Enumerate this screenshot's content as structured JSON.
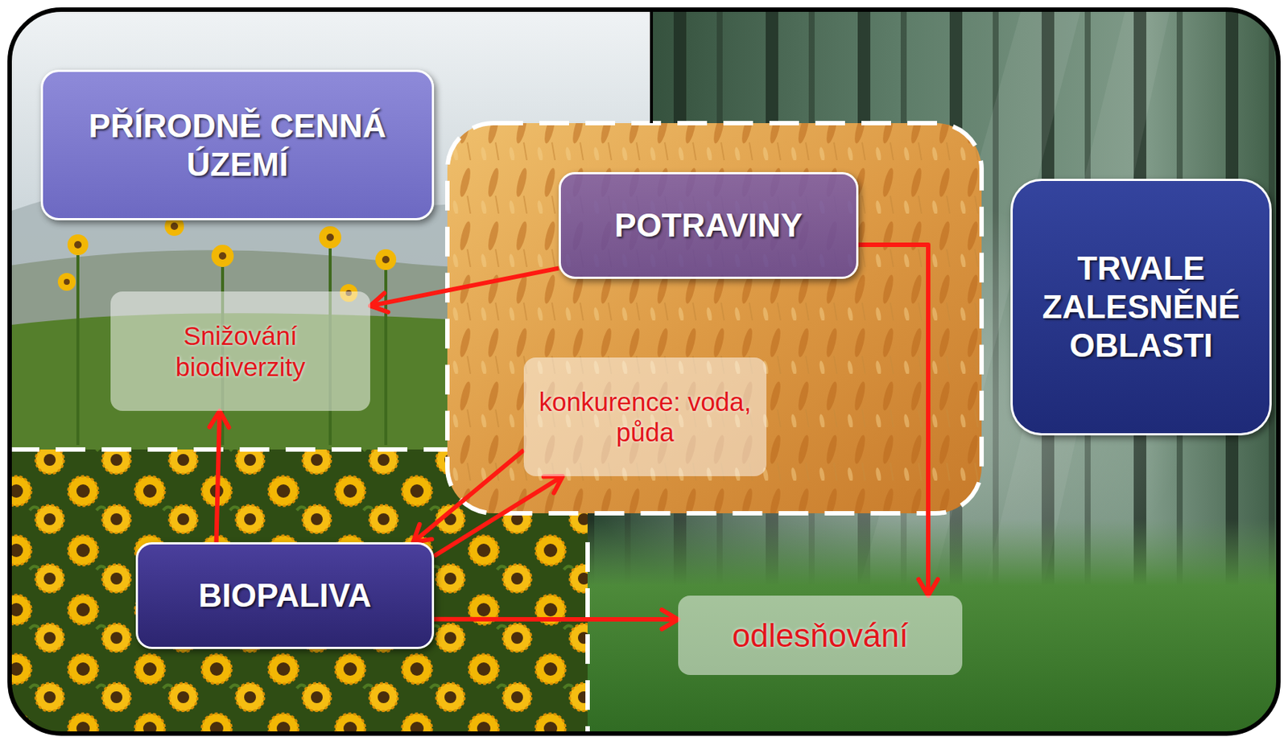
{
  "diagram": {
    "nodes": [
      {
        "text": [
          "PŘÍRODNĚ CENNÁ ÚZEMÍ"
        ]
      },
      {
        "text": [
          "POTRAVINY"
        ]
      },
      {
        "text": [
          "TRVALE ZALESNĚNÉ OBLASTI"
        ]
      },
      {
        "text": [
          "Snižování biodiverzity"
        ]
      },
      {
        "text": [
          "konkurence: voda, půda"
        ]
      },
      {
        "text": [
          "BIOPALIVA"
        ]
      },
      {
        "text": [
          "odlesňování"
        ]
      }
    ],
    "edges": [
      {
        "from": 1,
        "to": 3,
        "arrow": "to"
      },
      {
        "from": 5,
        "to": 3,
        "arrow": "to"
      },
      {
        "from": 4,
        "to": 5,
        "arrow": "to"
      },
      {
        "from": 5,
        "to": 4,
        "arrow": "to"
      },
      {
        "from": 1,
        "to": 6,
        "arrow": "to"
      },
      {
        "from": 5,
        "to": 6,
        "arrow": "to"
      }
    ]
  }
}
